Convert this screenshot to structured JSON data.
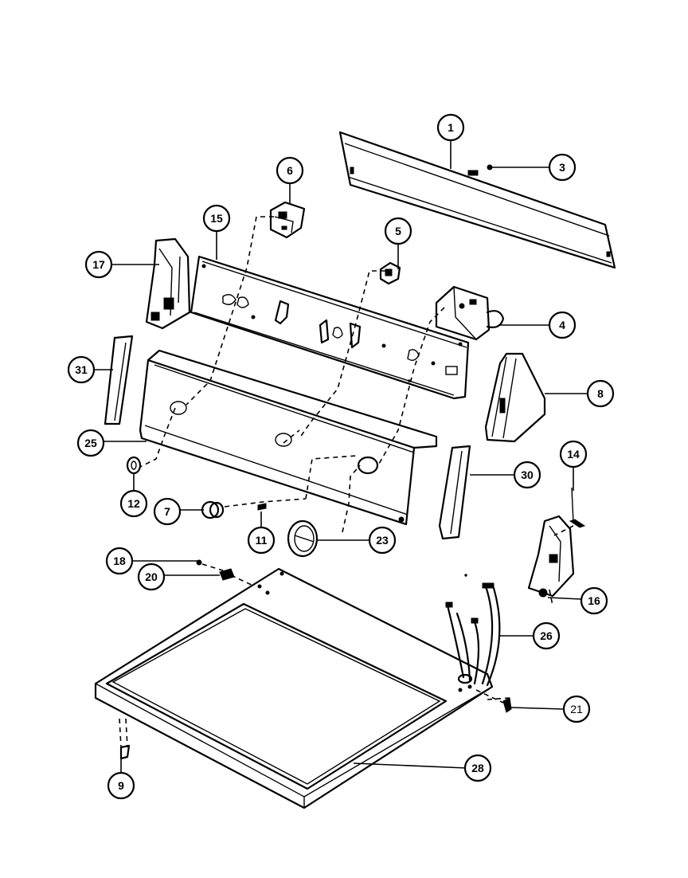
{
  "callouts": [
    "1",
    "3",
    "6",
    "15",
    "5",
    "17",
    "4",
    "31",
    "8",
    "25",
    "12",
    "30",
    "14",
    "7",
    "11",
    "23",
    "18",
    "20",
    "16",
    "26",
    "21",
    "28",
    "9"
  ]
}
